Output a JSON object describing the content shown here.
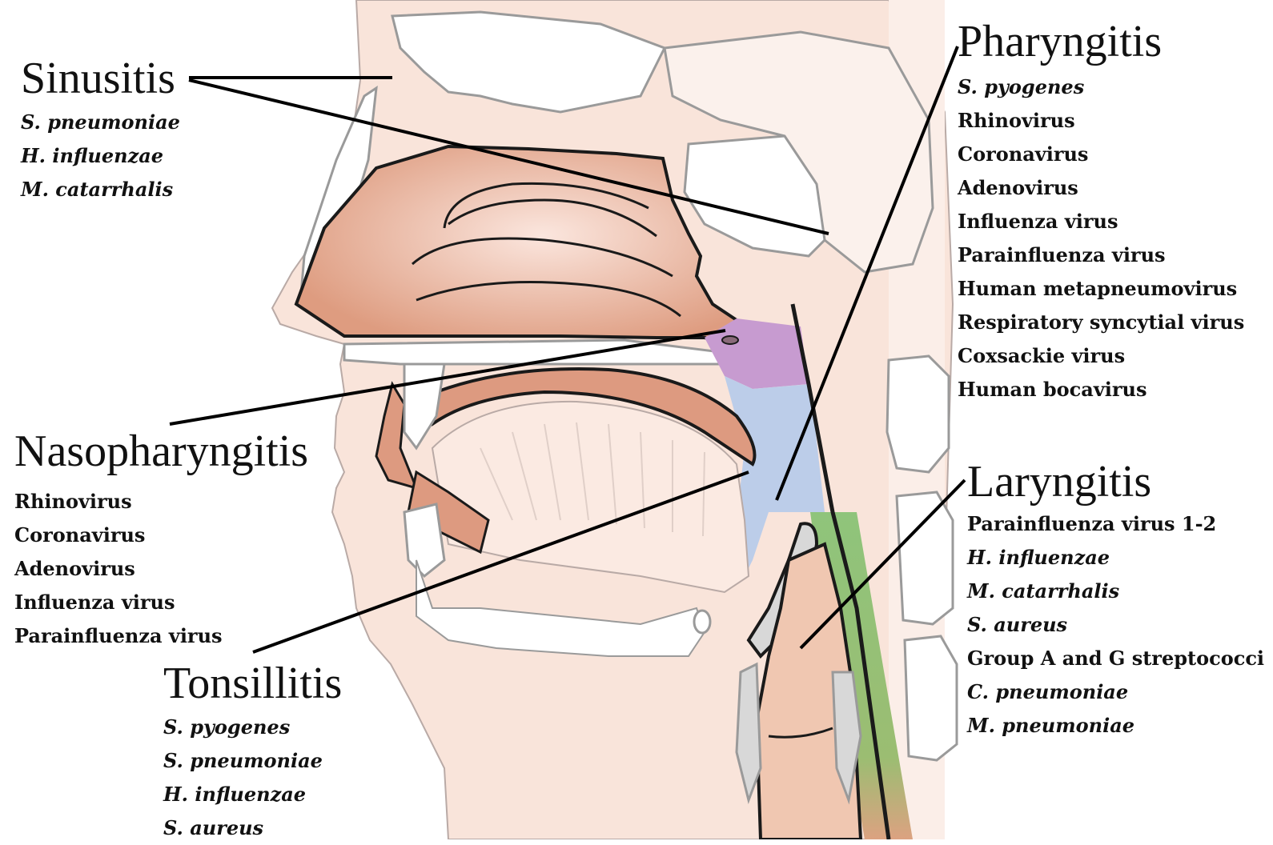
{
  "groups": {
    "sinusitis": {
      "title": "Sinusitis",
      "organisms": [
        {
          "text": "S. pneumoniae",
          "italic": true
        },
        {
          "text": "H. influenzae",
          "italic": true
        },
        {
          "text": "M. catarrhalis",
          "italic": true
        }
      ]
    },
    "pharyngitis": {
      "title": "Pharyngitis",
      "organisms": [
        {
          "text": "S. pyogenes",
          "italic": true
        },
        {
          "text": "Rhinovirus",
          "italic": false
        },
        {
          "text": "Coronavirus",
          "italic": false
        },
        {
          "text": "Adenovirus",
          "italic": false
        },
        {
          "text": "Influenza virus",
          "italic": false
        },
        {
          "text": "Parainfluenza virus",
          "italic": false
        },
        {
          "text": "Human metapneumovirus",
          "italic": false
        },
        {
          "text": "Respiratory syncytial virus",
          "italic": false
        },
        {
          "text": "Coxsackie virus",
          "italic": false
        },
        {
          "text": "Human bocavirus",
          "italic": false
        }
      ]
    },
    "nasopharyngitis": {
      "title": "Nasopharyngitis",
      "organisms": [
        {
          "text": "Rhinovirus",
          "italic": false
        },
        {
          "text": "Coronavirus",
          "italic": false
        },
        {
          "text": "Adenovirus",
          "italic": false
        },
        {
          "text": "Influenza virus",
          "italic": false
        },
        {
          "text": "Parainfluenza virus",
          "italic": false
        }
      ]
    },
    "tonsillitis": {
      "title": "Tonsillitis",
      "organisms": [
        {
          "text": "S. pyogenes",
          "italic": true
        },
        {
          "text": "S. pneumoniae",
          "italic": true
        },
        {
          "text": "H. influenzae",
          "italic": true
        },
        {
          "text": "S. aureus",
          "italic": true
        }
      ]
    },
    "laryngitis": {
      "title": "Laryngitis",
      "organisms": [
        {
          "text": "Parainfluenza virus 1-2",
          "italic": false
        },
        {
          "text": "H. influenzae",
          "italic": true
        },
        {
          "text": "M. catarrhalis",
          "italic": true
        },
        {
          "text": "S. aureus",
          "italic": true
        },
        {
          "text": "Group A and G streptococci",
          "italic": false
        },
        {
          "text": "C. pneumoniae",
          "italic": true
        },
        {
          "text": "M. pneumoniae",
          "italic": true
        }
      ]
    }
  },
  "colors": {
    "skin": "#f9e4da",
    "tissue": "#dd9a80",
    "tissue_outline": "#1a1a1a",
    "bone": "#ffffff",
    "bone_outline": "#999999",
    "nasopharynx": "#c79bd0",
    "oropharynx": "#bccde9",
    "larynx": "#8dc27a",
    "leader_line": "#000000"
  }
}
